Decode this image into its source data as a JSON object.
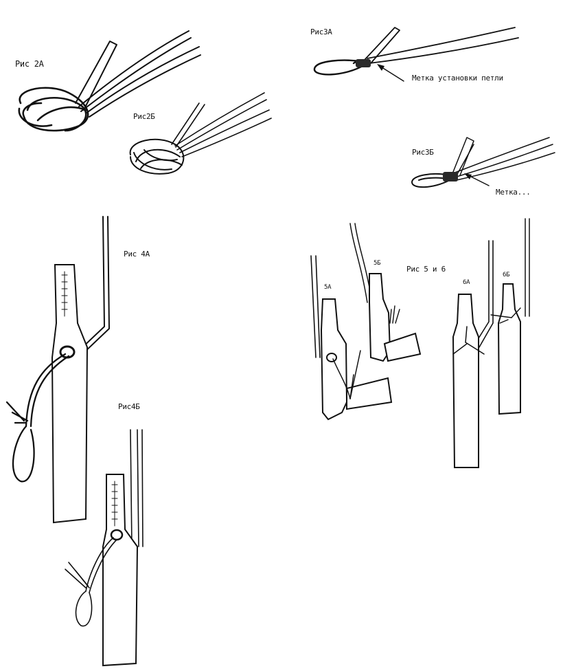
{
  "figures": {
    "fig2a": {
      "label": "Рис 2А"
    },
    "fig2b": {
      "label": "Рис2Б"
    },
    "fig3a": {
      "label": "Рис3А",
      "annotation": "Метка установки петли"
    },
    "fig3b": {
      "label": "Рис3Б",
      "annotation": "Метка..."
    },
    "fig4a": {
      "label": "Рис 4А"
    },
    "fig4b": {
      "label": "Рис4Б"
    },
    "fig56": {
      "label": "Рис 5 и 6",
      "parts": [
        "5А",
        "5Б",
        "6А",
        "6Б"
      ]
    }
  },
  "colors": {
    "ink": "#111111",
    "paper": "#ffffff"
  }
}
